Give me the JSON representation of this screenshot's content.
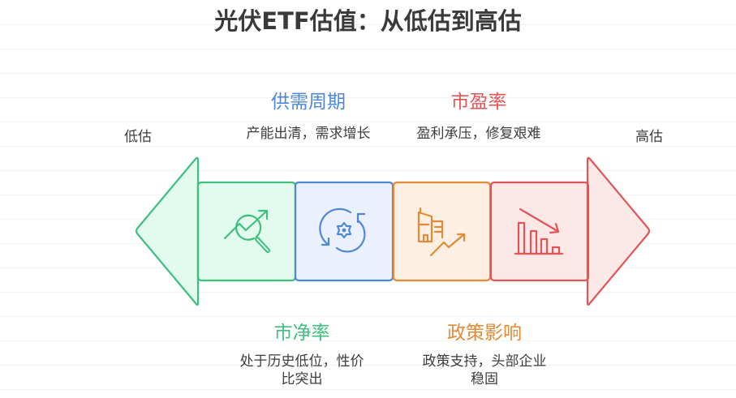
{
  "title": "光伏ETF估值：从低估到高估",
  "ends": {
    "left": "低估",
    "right": "高估"
  },
  "colors": {
    "green": "#3fbf7f",
    "green_fill": "#e3fbee",
    "blue": "#4f87d8",
    "blue_fill": "#eaf1fd",
    "orange": "#e38a36",
    "orange_fill": "#fdefe2",
    "red": "#e05656",
    "red_fill": "#fde8e8"
  },
  "stages": [
    {
      "heading": "市净率",
      "description_line1": "处于历史低位，性价",
      "description_line2": "比突出",
      "position": "bottom",
      "color": "green",
      "icon": "chart-trend-search-icon"
    },
    {
      "heading": "供需周期",
      "description_line1": "产能出清，需求增长",
      "position": "top",
      "color": "blue",
      "icon": "gear-cycle-icon"
    },
    {
      "heading": "政策影响",
      "description_line1": "政策支持，头部企业",
      "description_line2": "稳固",
      "position": "bottom",
      "color": "orange",
      "icon": "building-growth-icon"
    },
    {
      "heading": "市盈率",
      "description_line1": "盈利承压，修复艰难",
      "position": "top",
      "color": "red",
      "icon": "bar-chart-decline-icon"
    }
  ]
}
